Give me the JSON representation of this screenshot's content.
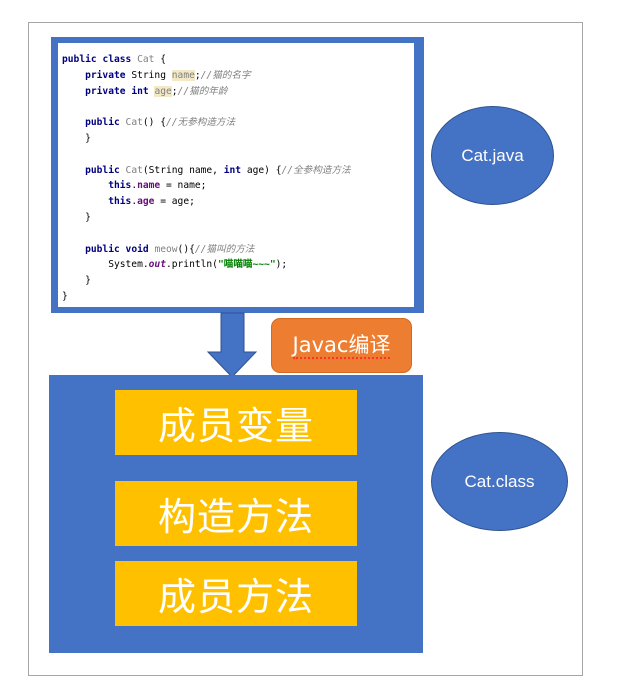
{
  "code_lines": [
    [
      {
        "t": "public",
        "c": "kw"
      },
      {
        "t": " "
      },
      {
        "t": "class",
        "c": "kw"
      },
      {
        "t": " "
      },
      {
        "t": "Cat",
        "c": "cls"
      },
      {
        "t": " {"
      }
    ],
    [
      {
        "t": "    "
      },
      {
        "t": "private",
        "c": "kw"
      },
      {
        "t": " String "
      },
      {
        "t": "name",
        "c": "hl"
      },
      {
        "t": ";"
      },
      {
        "t": "//猫的名字",
        "c": "cm"
      }
    ],
    [
      {
        "t": "    "
      },
      {
        "t": "private",
        "c": "kw"
      },
      {
        "t": " "
      },
      {
        "t": "int",
        "c": "kw"
      },
      {
        "t": " "
      },
      {
        "t": "age",
        "c": "hl"
      },
      {
        "t": ";"
      },
      {
        "t": "//猫的年龄",
        "c": "cm"
      }
    ],
    [
      {
        "t": ""
      }
    ],
    [
      {
        "t": "    "
      },
      {
        "t": "public",
        "c": "kw"
      },
      {
        "t": " "
      },
      {
        "t": "Cat",
        "c": "cls"
      },
      {
        "t": "() {"
      },
      {
        "t": "//无参构造方法",
        "c": "cm"
      }
    ],
    [
      {
        "t": "    }"
      }
    ],
    [
      {
        "t": ""
      }
    ],
    [
      {
        "t": "    "
      },
      {
        "t": "public",
        "c": "kw"
      },
      {
        "t": " "
      },
      {
        "t": "Cat",
        "c": "cls"
      },
      {
        "t": "(String name, "
      },
      {
        "t": "int",
        "c": "kw"
      },
      {
        "t": " age) {"
      },
      {
        "t": "//全参构造方法",
        "c": "cm"
      }
    ],
    [
      {
        "t": "        "
      },
      {
        "t": "this",
        "c": "kw"
      },
      {
        "t": "."
      },
      {
        "t": "name",
        "c": "fld"
      },
      {
        "t": " = name;"
      }
    ],
    [
      {
        "t": "        "
      },
      {
        "t": "this",
        "c": "kw"
      },
      {
        "t": "."
      },
      {
        "t": "age",
        "c": "fld"
      },
      {
        "t": " = age;"
      }
    ],
    [
      {
        "t": "    }"
      }
    ],
    [
      {
        "t": ""
      }
    ],
    [
      {
        "t": "    "
      },
      {
        "t": "public",
        "c": "kw"
      },
      {
        "t": " "
      },
      {
        "t": "void",
        "c": "kw"
      },
      {
        "t": " "
      },
      {
        "t": "meow",
        "c": "cls"
      },
      {
        "t": "(){"
      },
      {
        "t": "//猫叫的方法",
        "c": "cm"
      }
    ],
    [
      {
        "t": "        System."
      },
      {
        "t": "out",
        "c": "st"
      },
      {
        "t": ".println("
      },
      {
        "t": "\"喵喵喵~~~\"",
        "c": "str"
      },
      {
        "t": ");"
      }
    ],
    [
      {
        "t": "    }"
      }
    ],
    [
      {
        "t": "}"
      }
    ]
  ],
  "javac_label": "Javac编译",
  "members": {
    "fields": "成员变量",
    "constructors": "构造方法",
    "methods": "成员方法"
  },
  "source_file": "Cat.java",
  "class_file": "Cat.class",
  "colors": {
    "box_blue": "#4472c4",
    "member_yellow": "#ffc000",
    "javac_orange": "#ed7d31"
  }
}
